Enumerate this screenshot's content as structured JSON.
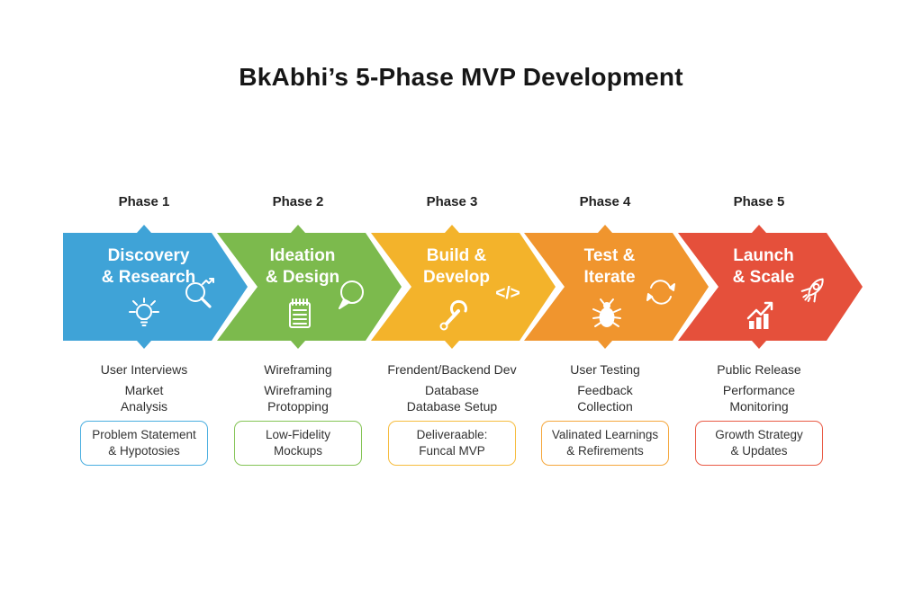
{
  "title": "BkAbhi’s 5-Phase MVP Development",
  "phases": [
    {
      "label": "Phase 1",
      "name_line1": "Discovery",
      "name_line2": "& Research",
      "color": "#3FA3D7",
      "box_color": "#4AAEE0",
      "items": [
        "User Interviews",
        "Market\nAnalysis"
      ],
      "deliverable": "Problem Statement\n& Hypotosies",
      "icons": [
        "lightbulb-icon",
        "magnifier-trend-icon"
      ]
    },
    {
      "label": "Phase 2",
      "name_line1": "Ideation",
      "name_line2": "& Design",
      "color": "#7CBA4D",
      "box_color": "#84C455",
      "items": [
        "Wireframing",
        "Wireframing\nProtopping"
      ],
      "deliverable": "Low-Fidelity\nMockups",
      "icons": [
        "notepad-icon",
        "speech-bubble-icon"
      ]
    },
    {
      "label": "Phase 3",
      "name_line1": "Build &",
      "name_line2": "Develop",
      "color": "#F3B32B",
      "box_color": "#F6BC3E",
      "code_glyph": "</>",
      "items": [
        "Frendent/Backend Dev",
        "Database\nDatabase Setup"
      ],
      "deliverable": "Deliveraable:\nFuncal MVP",
      "icons": [
        "wrench-icon",
        "code-icon"
      ]
    },
    {
      "label": "Phase 4",
      "name_line1": "Test &",
      "name_line2": "Iterate",
      "color": "#F0952E",
      "box_color": "#F5A73C",
      "items": [
        "User Testing",
        "Feedback\nCollection"
      ],
      "deliverable": "Valinated Learnings\n& Refirements",
      "icons": [
        "bug-icon",
        "refresh-icon"
      ]
    },
    {
      "label": "Phase 5",
      "name_line1": "Launch",
      "name_line2": "& Scale",
      "color": "#E5503B",
      "box_color": "#E95A45",
      "items": [
        "Public Release",
        "Performance\nMonitoring"
      ],
      "deliverable": "Growth Strategy\n& Updates",
      "icons": [
        "growth-chart-icon",
        "rocket-icon"
      ]
    }
  ]
}
